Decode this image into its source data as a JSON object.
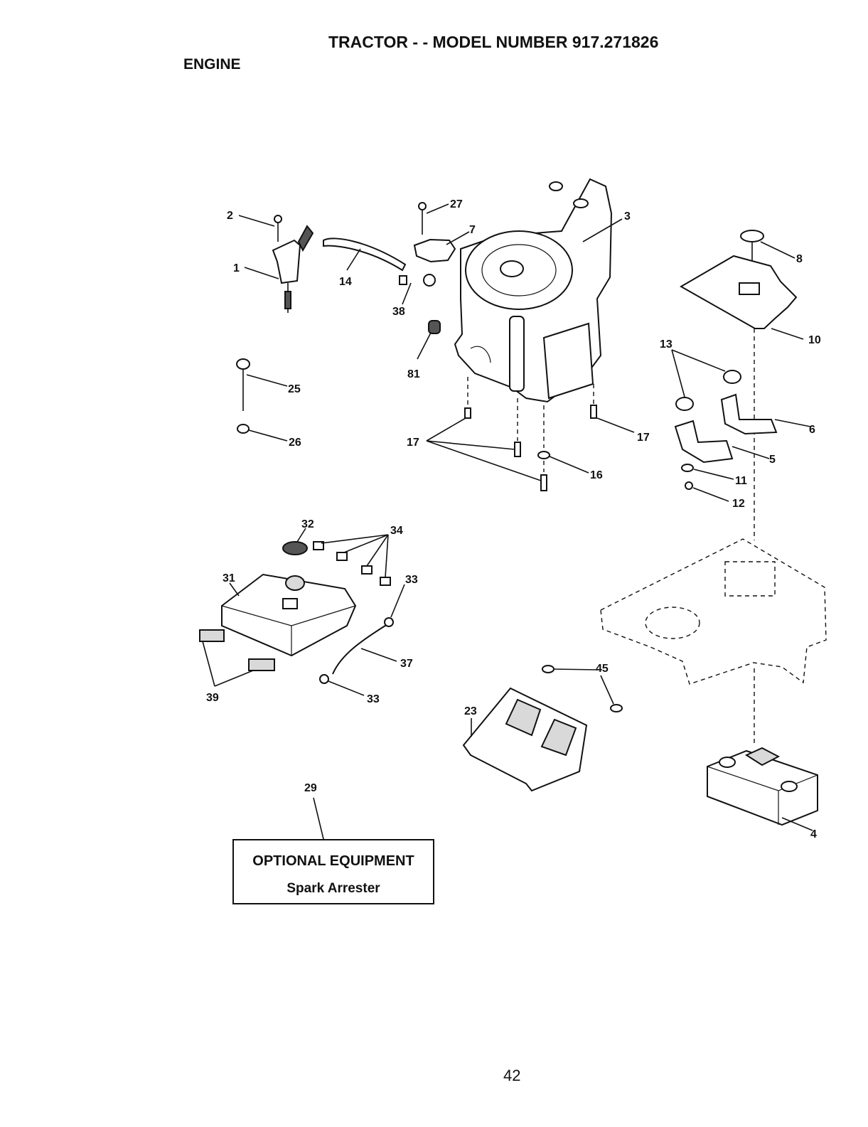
{
  "header": {
    "title": "TRACTOR - - MODEL NUMBER 917.271826",
    "section": "ENGINE"
  },
  "callouts": {
    "c1": "1",
    "c2": "2",
    "c3": "3",
    "c4": "4",
    "c5": "5",
    "c6": "6",
    "c7": "7",
    "c8": "8",
    "c10": "10",
    "c11": "11",
    "c12": "12",
    "c13": "13",
    "c14": "14",
    "c16": "16",
    "c17a": "17",
    "c17b": "17",
    "c23": "23",
    "c25": "25",
    "c26": "26",
    "c27": "27",
    "c29": "29",
    "c31": "31",
    "c32": "32",
    "c33a": "33",
    "c33b": "33",
    "c34": "34",
    "c37": "37",
    "c38": "38",
    "c39": "39",
    "c45": "45",
    "c81": "81"
  },
  "optional": {
    "title": "OPTIONAL EQUIPMENT",
    "item": "Spark Arrester"
  },
  "footer": {
    "page": "42"
  }
}
